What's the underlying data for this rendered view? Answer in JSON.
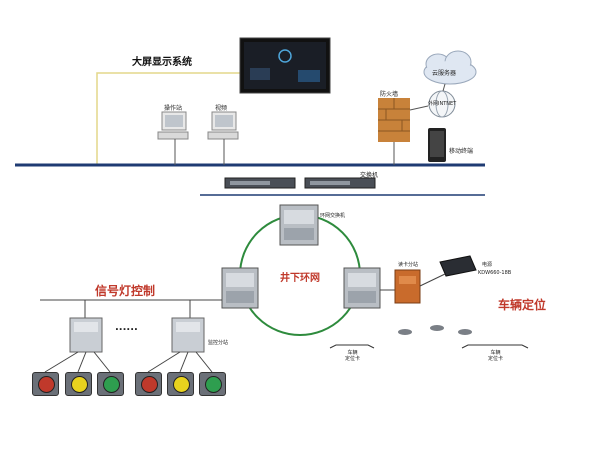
{
  "big_screen": {
    "label": "大屏显示系统"
  },
  "workstations": [
    {
      "label": "操作站"
    },
    {
      "label": "视频"
    }
  ],
  "firewall": {
    "label": "防火墙"
  },
  "internet": {
    "label": "外网INTNET"
  },
  "cloud": {
    "label": "云服务器"
  },
  "mobile": {
    "label": "移动终端"
  },
  "switch": {
    "label": "交换机"
  },
  "ring": {
    "label": "井下环网",
    "top_node": "环网交换机"
  },
  "signal": {
    "title": "信号灯控制",
    "splitter_label": "监控分站",
    "ellipsis": "......",
    "lights": [
      "#c0392b",
      "#e8d21e",
      "#2e9e4f",
      "#c0392b",
      "#e8d21e",
      "#2e9e4f"
    ]
  },
  "vehicle": {
    "title": "车辆定位",
    "reader_label": "读卡分站",
    "power_label": "电源",
    "power_model": "KDW660-18B",
    "cards": [
      {
        "line1": "车辆",
        "line2": "定位卡"
      },
      {
        "line1": "车辆",
        "line2": "定位卡"
      }
    ]
  }
}
